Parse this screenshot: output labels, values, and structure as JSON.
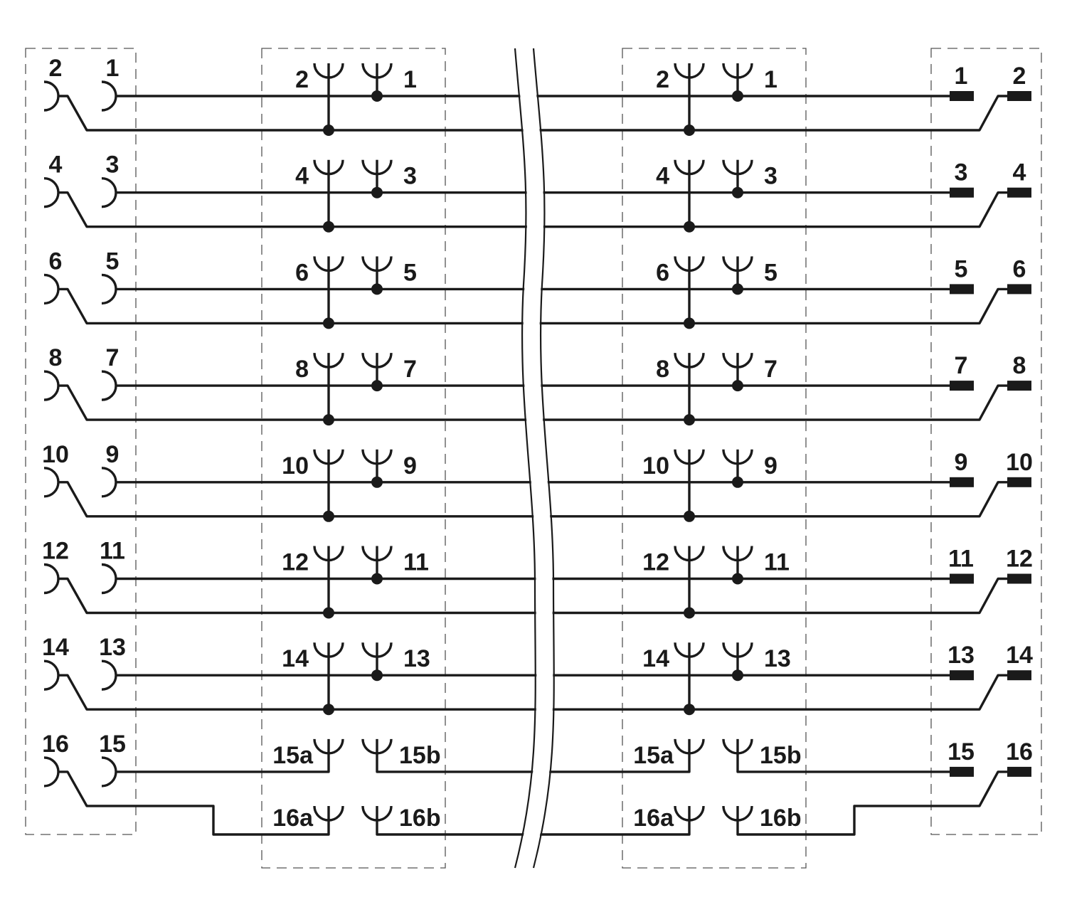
{
  "colors": {
    "ink": "#1a1a1a",
    "box": "#555555",
    "background": "#ffffff"
  },
  "icons": {
    "left_connector": "socket-contact-icon",
    "splice": "fork-contact-icon",
    "right_connector": "pin-contact-icon",
    "cable_break": "wavy-break-icon"
  },
  "rows": [
    {
      "left_labels": [
        "2",
        "1"
      ],
      "splice_labels": [
        "2",
        "1"
      ],
      "right_labels": [
        "1",
        "2"
      ]
    },
    {
      "left_labels": [
        "4",
        "3"
      ],
      "splice_labels": [
        "4",
        "3"
      ],
      "right_labels": [
        "3",
        "4"
      ]
    },
    {
      "left_labels": [
        "6",
        "5"
      ],
      "splice_labels": [
        "6",
        "5"
      ],
      "right_labels": [
        "5",
        "6"
      ]
    },
    {
      "left_labels": [
        "8",
        "7"
      ],
      "splice_labels": [
        "8",
        "7"
      ],
      "right_labels": [
        "7",
        "8"
      ]
    },
    {
      "left_labels": [
        "10",
        "9"
      ],
      "splice_labels": [
        "10",
        "9"
      ],
      "right_labels": [
        "9",
        "10"
      ]
    },
    {
      "left_labels": [
        "12",
        "11"
      ],
      "splice_labels": [
        "12",
        "11"
      ],
      "right_labels": [
        "11",
        "12"
      ]
    },
    {
      "left_labels": [
        "14",
        "13"
      ],
      "splice_labels": [
        "14",
        "13"
      ],
      "right_labels": [
        "13",
        "14"
      ]
    }
  ],
  "last_row": {
    "left_labels": [
      "16",
      "15"
    ],
    "splice_labels_top": [
      "15a",
      "15b"
    ],
    "splice_labels_bottom": [
      "16a",
      "16b"
    ],
    "right_labels": [
      "15",
      "16"
    ]
  }
}
